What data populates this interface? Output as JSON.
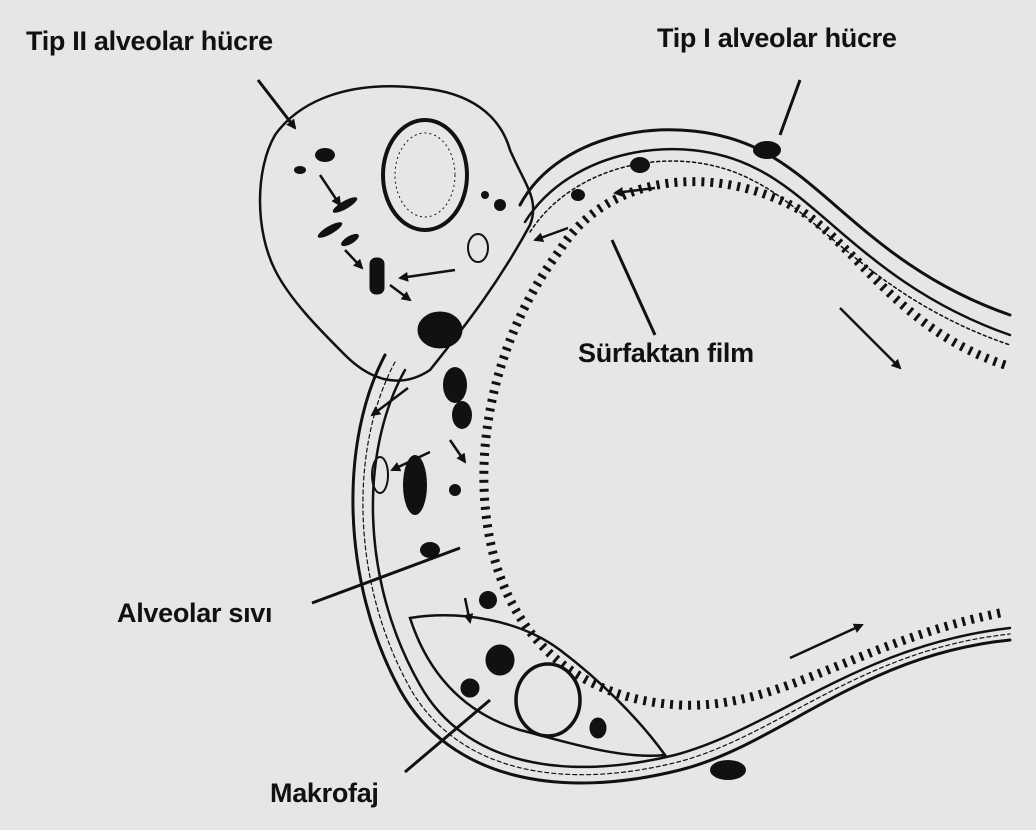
{
  "diagram": {
    "background": "#e6e6e6",
    "ink": "#111111",
    "labels": {
      "tip2": "Tip II alveolar hücre",
      "tip1": "Tip I alveolar hücre",
      "surfaktan": "Sürfaktan film",
      "sivi": "Alveolar sıvı",
      "makrofaj": "Makrofaj"
    }
  }
}
